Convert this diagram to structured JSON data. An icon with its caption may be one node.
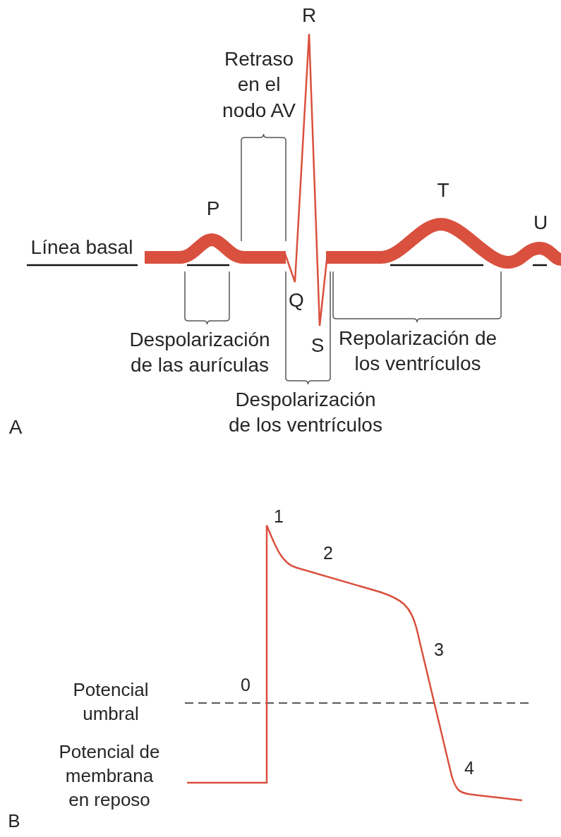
{
  "diagram": {
    "labels": [
      "R",
      "Retraso en el nodo AV",
      "P",
      "T",
      "U",
      "Línea basal",
      "Q",
      "Despolarización de las aurículas",
      "S",
      "Repolarización de los ventrículos",
      "Despolarización de los ventrículos",
      "A",
      "1",
      "2",
      "3",
      "0",
      "Potencial umbral",
      "Potencial de membrana en reposo",
      "4",
      "B"
    ]
  }
}
